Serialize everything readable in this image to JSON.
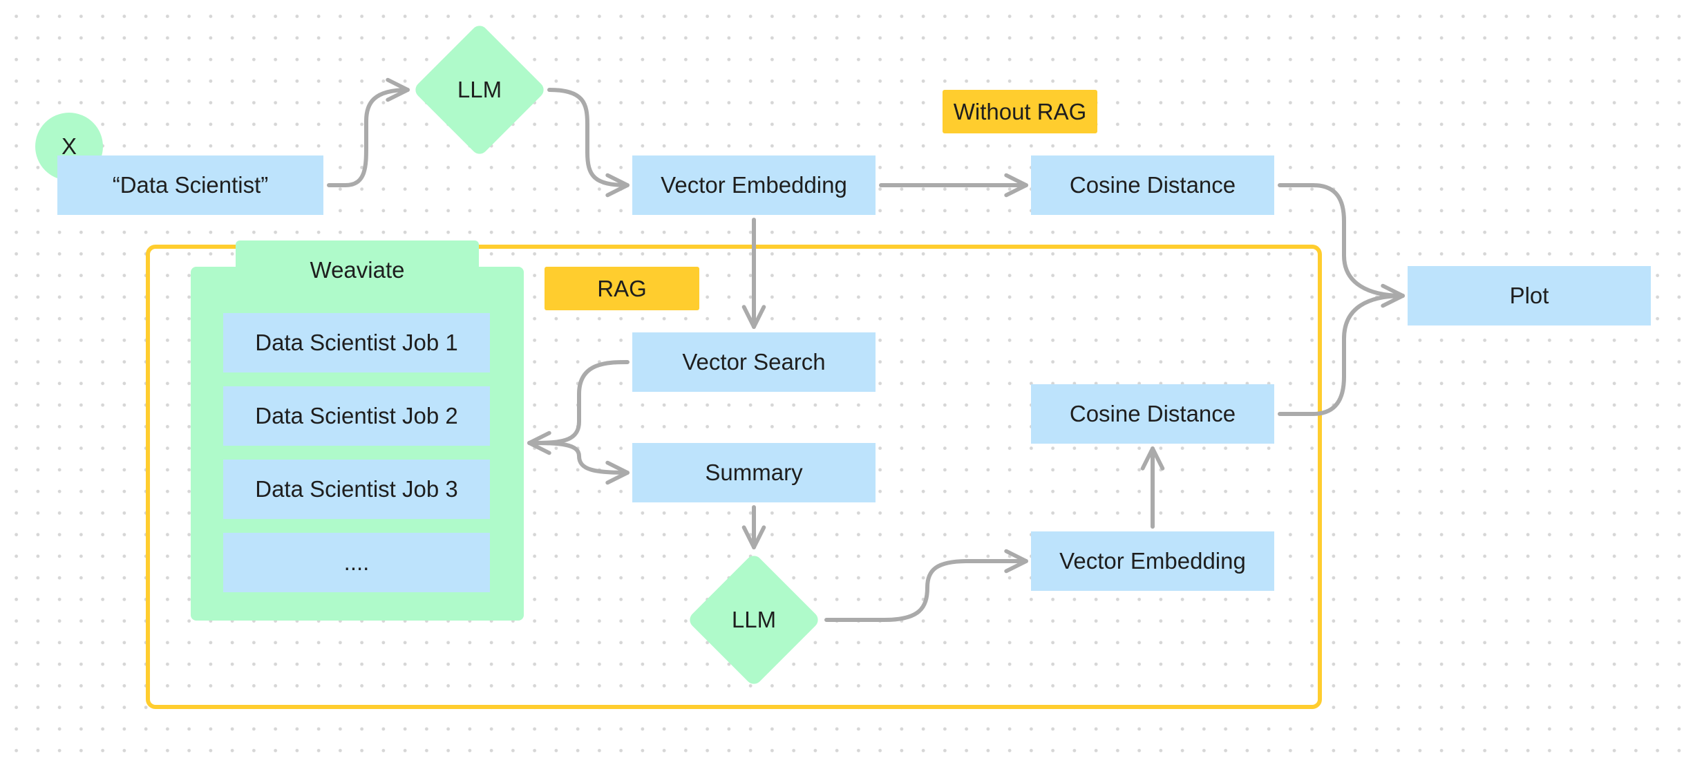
{
  "nodes": {
    "x_label": "X",
    "query": "“Data Scientist”",
    "llm_top": "LLM",
    "without_rag": "Without RAG",
    "vector_embedding_top": "Vector Embedding",
    "cosine_distance_top": "Cosine Distance",
    "plot": "Plot",
    "weaviate": "Weaviate",
    "rag": "RAG",
    "jobs": [
      "Data Scientist Job 1",
      "Data Scientist Job 2",
      "Data Scientist Job 3",
      "...."
    ],
    "vector_search": "Vector Search",
    "summary": "Summary",
    "llm_bottom": "LLM",
    "vector_embedding_bottom": "Vector Embedding",
    "cosine_distance_bottom": "Cosine Distance"
  },
  "colors": {
    "blue_node": "#bde3fc",
    "green_node": "#affaca",
    "yellow_sticker": "#ffcd2e",
    "connector": "#aaaaaa",
    "frame": "#ffcd2e"
  }
}
